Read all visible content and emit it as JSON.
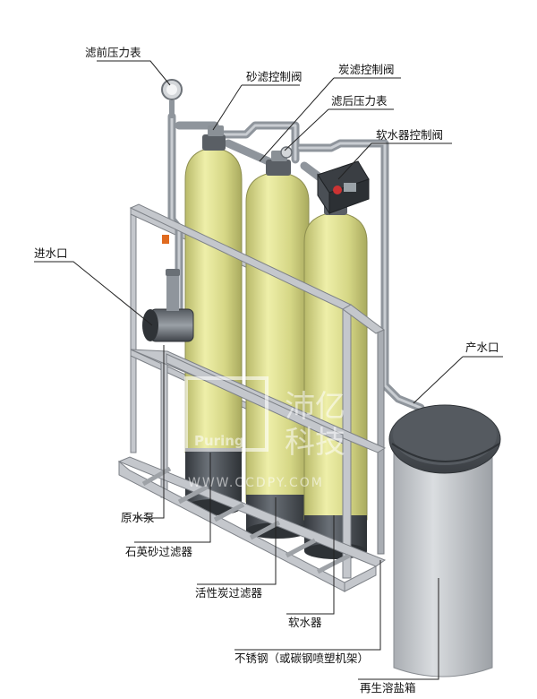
{
  "labels": {
    "pre_filter_gauge": "滤前压力表",
    "sand_filter_valve": "砂滤控制阀",
    "carbon_filter_valve": "炭滤控制阀",
    "post_filter_gauge": "滤后压力表",
    "softener_valve": "软水器控制阀",
    "water_inlet": "进水口",
    "water_outlet": "产水口",
    "raw_water_pump": "原水泵",
    "quartz_sand_filter": "石英砂过滤器",
    "activated_carbon_filter": "活性炭过滤器",
    "water_softener": "软水器",
    "frame": "不锈钢（或碳钢喷塑机架）",
    "brine_tank": "再生溶盐箱"
  },
  "watermark": {
    "brand_cn_1": "沛亿",
    "brand_cn_2": "科技",
    "brand_en": "Puring",
    "url": "WWW.CCDPY.COM"
  },
  "colors": {
    "tank_body": "#d8d98a",
    "tank_base": "#4a4f55",
    "frame": "#c4c7cc",
    "brine_lid": "#4c5157",
    "brine_body": "#c9ccd0"
  }
}
